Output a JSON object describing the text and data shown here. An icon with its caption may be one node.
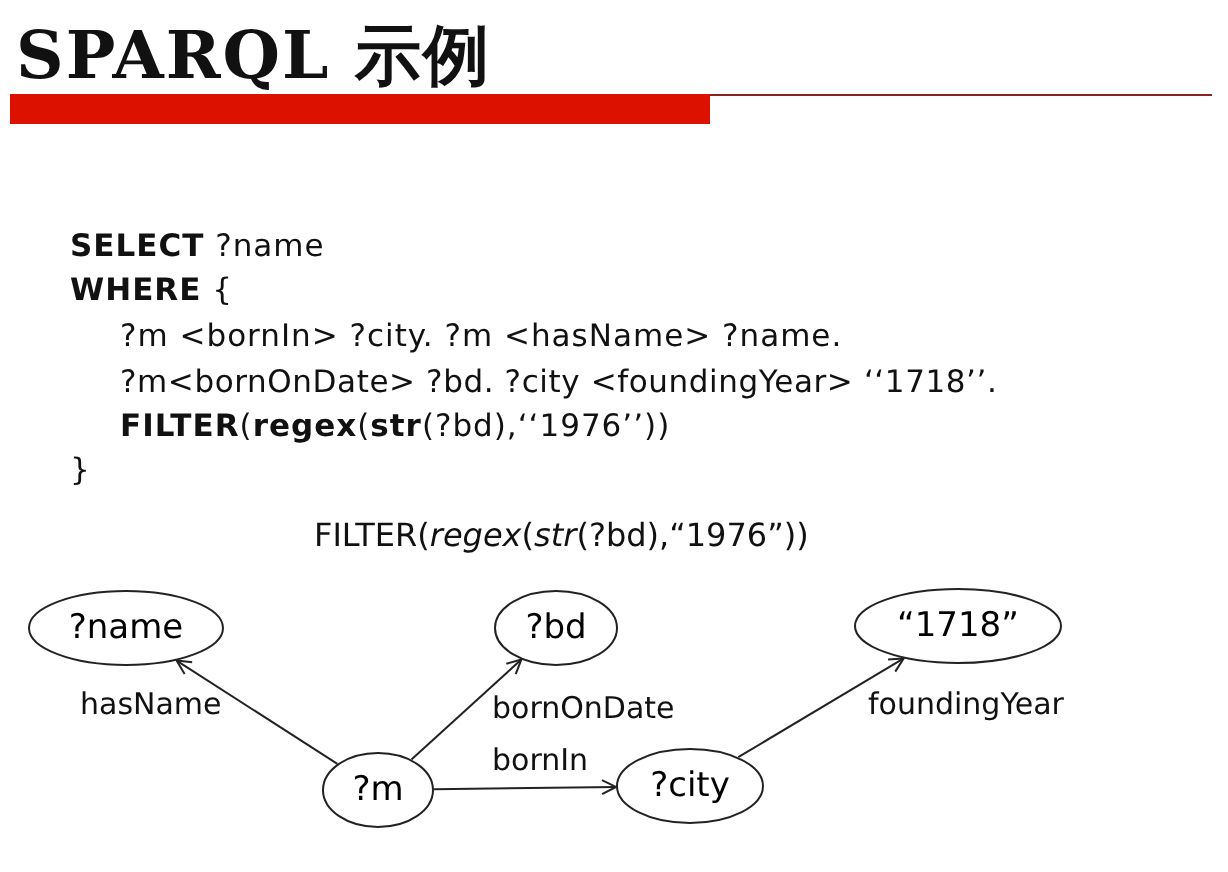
{
  "diagram": {
    "title": "SPARQL 示例",
    "nodes": [
      {
        "text": [
          "?name"
        ]
      },
      {
        "text": [
          "?bd"
        ]
      },
      {
        "text": [
          "“1718”"
        ]
      },
      {
        "text": [
          "?m"
        ]
      },
      {
        "text": [
          "?city"
        ]
      }
    ],
    "edges": [
      {
        "from": 3,
        "to": 0,
        "arrow": "to",
        "label": "hasName"
      },
      {
        "from": 3,
        "to": 1,
        "arrow": "to",
        "label": "bornOnDate"
      },
      {
        "from": 3,
        "to": 4,
        "arrow": "to",
        "label": "bornIn"
      },
      {
        "from": 4,
        "to": 2,
        "arrow": "to",
        "label": "foundingYear"
      }
    ],
    "labels": [
      "**SELECT** ?name",
      "**WHERE** {",
      "?m <bornIn> ?city. ?m <hasName> ?name.",
      "?m<bornOnDate> ?bd. ?city <foundingYear> ‘‘1718’’.",
      "**FILTER**(**regex**(**str**(?bd),‘‘1976’’))",
      "}",
      "FILTER(*regex*(*str*(?bd),“1976”))"
    ]
  }
}
